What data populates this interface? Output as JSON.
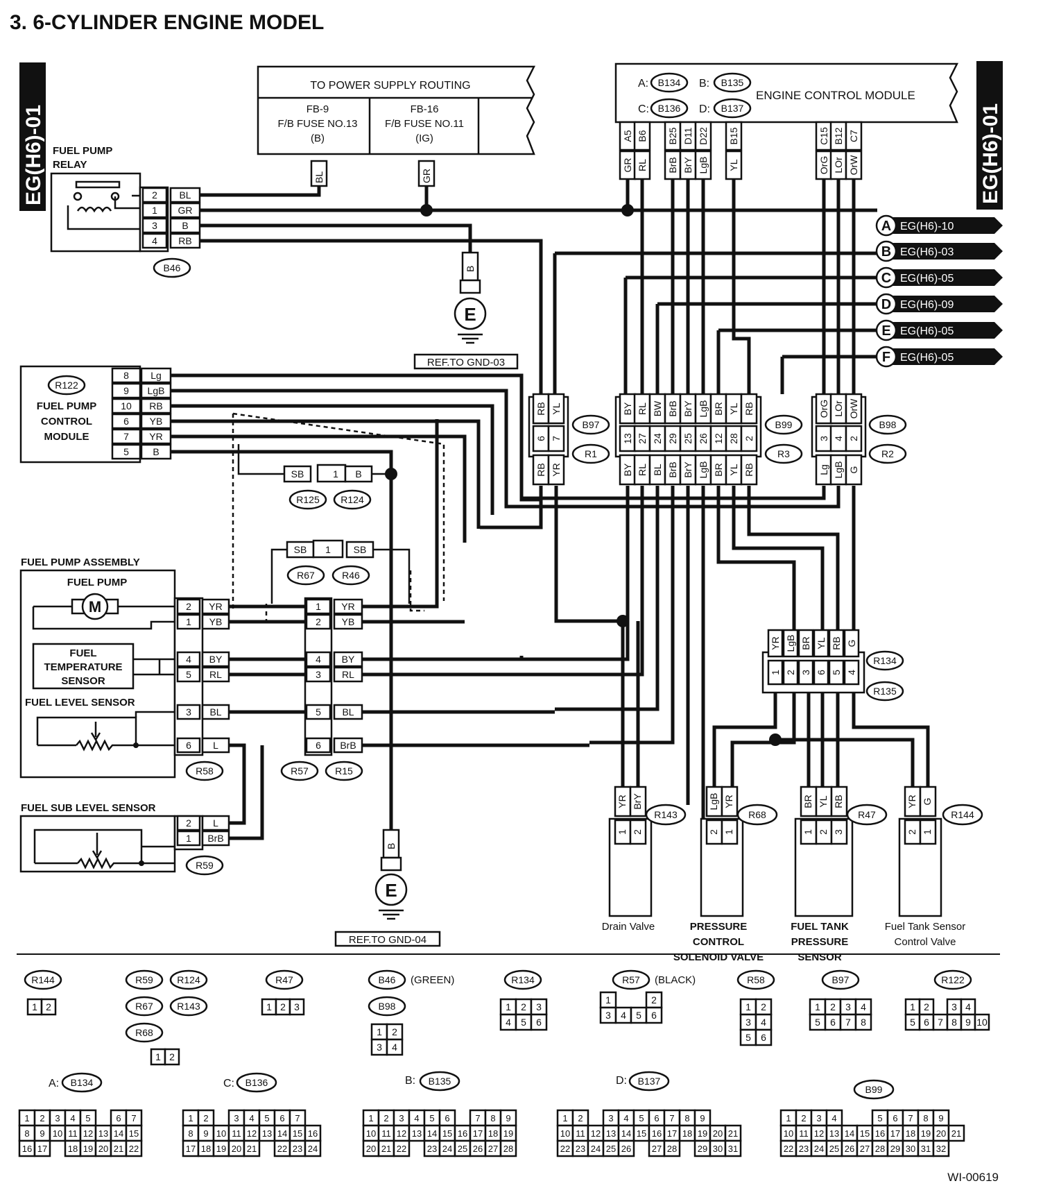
{
  "title": "3.  6-CYLINDER ENGINE MODEL",
  "page_id_tab": "EG(H6)-01",
  "figure_id": "WI-00619",
  "power_supply": {
    "heading": "TO POWER SUPPLY ROUTING",
    "fuse1": [
      "FB-9",
      "F/B FUSE NO.13",
      "(B)"
    ],
    "fuse2": [
      "FB-16",
      "F/B FUSE NO.11",
      "(IG)"
    ],
    "wire1": "BL",
    "wire2": "GR"
  },
  "ecm": {
    "title": "ENGINE CONTROL MODULE",
    "map": [
      [
        "A:",
        "B134"
      ],
      [
        "B:",
        "B135"
      ],
      [
        "C:",
        "B136"
      ],
      [
        "D:",
        "B137"
      ]
    ],
    "pins": [
      "A5",
      "B6",
      "B25",
      "D11",
      "D22",
      "B15",
      "C15",
      "B12",
      "C7"
    ],
    "wires": [
      "GR",
      "RL",
      "BrB",
      "BrY",
      "LgB",
      "YL",
      "OrG",
      "LOr",
      "OrW"
    ]
  },
  "relay": {
    "label1": "FUEL PUMP",
    "label2": "RELAY",
    "connector": "B46",
    "pins": [
      "2",
      "1",
      "3",
      "4"
    ],
    "wires": [
      "BL",
      "GR",
      "B",
      "RB"
    ]
  },
  "ground1": {
    "wire": "B",
    "symbol": "E",
    "ref": "REF.TO GND-03"
  },
  "ground2": {
    "wire": "B",
    "symbol": "E",
    "ref": "REF.TO GND-04"
  },
  "offpage": [
    {
      "letter": "A",
      "ref": "EG(H6)-10"
    },
    {
      "letter": "B",
      "ref": "EG(H6)-03"
    },
    {
      "letter": "C",
      "ref": "EG(H6)-05"
    },
    {
      "letter": "D",
      "ref": "EG(H6)-09"
    },
    {
      "letter": "E",
      "ref": "EG(H6)-05"
    },
    {
      "letter": "F",
      "ref": "EG(H6)-05"
    }
  ],
  "fpcm": {
    "id": "R122",
    "label": [
      "FUEL PUMP",
      "CONTROL",
      "MODULE"
    ],
    "pins": [
      "8",
      "9",
      "10",
      "6",
      "7",
      "5"
    ],
    "wires": [
      "Lg",
      "LgB",
      "RB",
      "YB",
      "YR",
      "B"
    ]
  },
  "joint_sb_b": {
    "left": "SB",
    "pin": "1",
    "right": "B",
    "ids": [
      "R125",
      "R124"
    ]
  },
  "joint_sb_sb": {
    "left": "SB",
    "pin": "1",
    "right": "SB",
    "ids": [
      "R67",
      "R46"
    ]
  },
  "conn_b97": {
    "id": "B97",
    "sub": "R1",
    "top": [
      "RB",
      "YL"
    ],
    "pins": [
      "6",
      "7"
    ],
    "bottom": [
      "RB",
      "YR"
    ]
  },
  "conn_b99": {
    "id": "B99",
    "sub": "R3",
    "top": [
      "BY",
      "RL",
      "BW",
      "BrB",
      "BrY",
      "LgB",
      "BR",
      "YL",
      "RB"
    ],
    "pins": [
      "13",
      "27",
      "24",
      "29",
      "25",
      "26",
      "12",
      "28",
      "2"
    ],
    "bottom": [
      "BY",
      "RL",
      "BL",
      "BrB",
      "BrY",
      "LgB",
      "BR",
      "YL",
      "RB"
    ]
  },
  "conn_b98": {
    "id": "B98",
    "sub": "R2",
    "top": [
      "OrG",
      "LOr",
      "OrW"
    ],
    "pins": [
      "3",
      "4",
      "2"
    ],
    "bottom": [
      "Lg",
      "LgB",
      "G"
    ]
  },
  "fuel_pump_assembly": {
    "title": "FUEL PUMP ASSEMBLY",
    "pump": "FUEL PUMP",
    "motor": "M",
    "temp_sensor": [
      "FUEL",
      "TEMPERATURE",
      "SENSOR"
    ],
    "level_sensor": "FUEL LEVEL SENSOR",
    "connector": "R58",
    "pins": [
      "2",
      "1",
      "4",
      "5",
      "3",
      "6"
    ],
    "wires": [
      "YR",
      "YB",
      "BY",
      "RL",
      "BL",
      "L"
    ]
  },
  "conn_r57": {
    "ids": [
      "R57",
      "R15"
    ],
    "pins": [
      "1",
      "2",
      "4",
      "3",
      "5",
      "6"
    ],
    "wires": [
      "YR",
      "YB",
      "BY",
      "RL",
      "BL",
      "BrB"
    ]
  },
  "sub_level": {
    "title": "FUEL SUB LEVEL SENSOR",
    "connector": "R59",
    "pins": [
      "2",
      "1"
    ],
    "wires": [
      "L",
      "BrB"
    ]
  },
  "conn_r134": {
    "ids": [
      "R134",
      "R135"
    ],
    "wires": [
      "YR",
      "LgB",
      "BR",
      "YL",
      "RB",
      "G"
    ],
    "pins": [
      "1",
      "2",
      "3",
      "6",
      "5",
      "4"
    ]
  },
  "components": [
    {
      "id": "R143",
      "wires": [
        "YR",
        "BrY"
      ],
      "pins": [
        "1",
        "2"
      ],
      "label": [
        "Drain Valve"
      ]
    },
    {
      "id": "R68",
      "wires": [
        "LgB",
        "YR"
      ],
      "pins": [
        "2",
        "1"
      ],
      "label": [
        "PRESSURE",
        "CONTROL",
        "SOLENOID VALVE"
      ]
    },
    {
      "id": "R47",
      "wires": [
        "BR",
        "YL",
        "RB"
      ],
      "pins": [
        "1",
        "2",
        "3"
      ],
      "label": [
        "FUEL TANK",
        "PRESSURE",
        "SENSOR"
      ]
    },
    {
      "id": "R144",
      "wires": [
        "YR",
        "G"
      ],
      "pins": [
        "2",
        "1"
      ],
      "label": [
        "Fuel Tank Sensor",
        "Control Valve"
      ]
    }
  ],
  "legend_small": {
    "r144": "R144",
    "group1": [
      "R59",
      "R124",
      "R67",
      "R143",
      "R68"
    ],
    "r47": "R47",
    "b46": "B46",
    "b46_note": "(GREEN)",
    "b98": "B98",
    "r134": "R134",
    "r57": "R57",
    "r57_note": "(BLACK)",
    "r58": "R58",
    "b97": "B97",
    "r122": "R122"
  },
  "legend_big": {
    "b134": {
      "prefix": "A:",
      "id": "B134"
    },
    "b136": {
      "prefix": "C:",
      "id": "B136"
    },
    "b135": {
      "prefix": "B:",
      "id": "B135"
    },
    "b137": {
      "prefix": "D:",
      "id": "B137"
    },
    "b99": {
      "id": "B99"
    }
  }
}
